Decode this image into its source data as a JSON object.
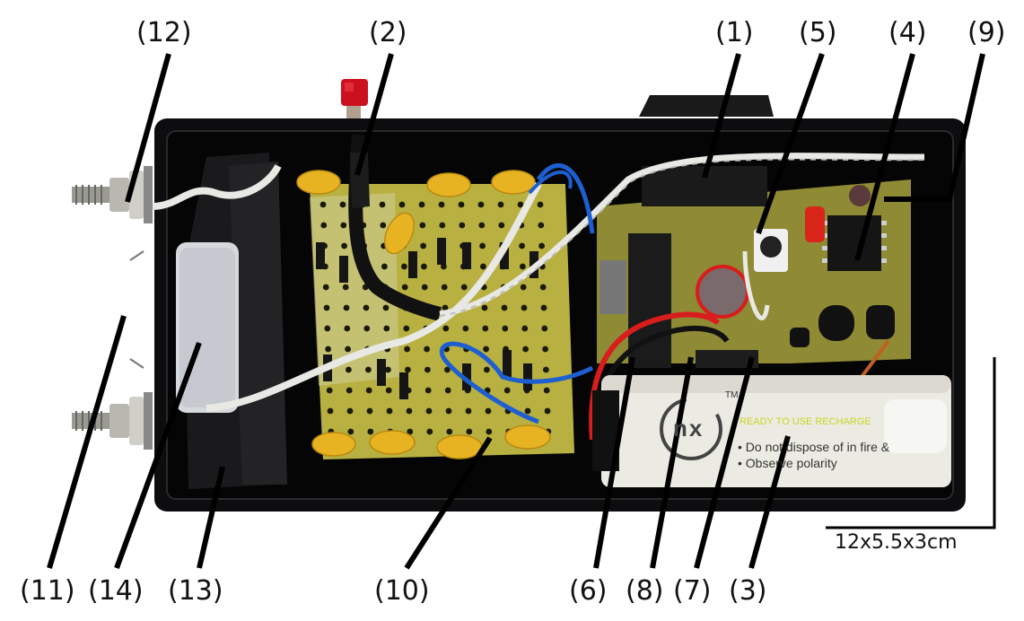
{
  "figure": {
    "description": "Labeled photo of an open black enclosure containing a high-voltage circuit board and battery",
    "dimension_label": "12x5.5x3cm",
    "labels_top": [
      "(12)",
      "(2)",
      "(1)",
      "(5)",
      "(4)",
      "(9)"
    ],
    "labels_bottom": [
      "(11)",
      "(14)",
      "(13)",
      "(10)",
      "(6)",
      "(8)",
      "(7)",
      "(3)"
    ],
    "battery": {
      "logo": "nx",
      "tm": "TM",
      "slogan": "READY TO USE RECHARGE",
      "line1": "• Do not dispose of in fire &",
      "line2": "• Observe polarity"
    }
  },
  "colors": {
    "enclosure": "#0d0d0f",
    "pcb": "#b8b040",
    "capacitor": "#e8b322",
    "wire_white": "#e8e8e4",
    "wire_blue": "#1d5fd0",
    "wire_red": "#d91c1c",
    "button": "#cc1020",
    "battery": "#ecebe3",
    "slogan": "#c8d620"
  }
}
